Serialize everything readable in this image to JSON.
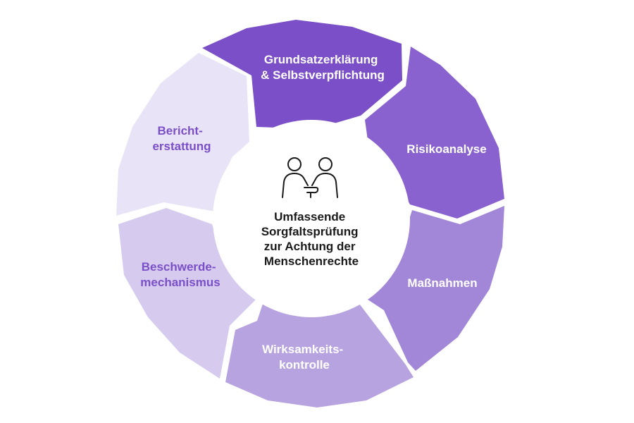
{
  "diagram": {
    "center": {
      "lines": [
        "Umfassende",
        "Sorgfaltsprüfung",
        "zur Achtung der",
        "Menschenrechte"
      ],
      "icon": "handshake-people-icon"
    },
    "segments": [
      {
        "id": "grundsatz",
        "lines": [
          "Grundsatzerklärung",
          "& Selbstverpflichtung"
        ],
        "fill": "#7b4fc7",
        "text_color": "#ffffff"
      },
      {
        "id": "risiko",
        "lines": [
          "Risikoanalyse"
        ],
        "fill": "#8a62cf",
        "text_color": "#ffffff"
      },
      {
        "id": "massnahmen",
        "lines": [
          "Maßnahmen"
        ],
        "fill": "#a286d8",
        "text_color": "#ffffff"
      },
      {
        "id": "wirksamkeit",
        "lines": [
          "Wirksamkeits-",
          "kontrolle"
        ],
        "fill": "#b8a3e1",
        "text_color": "#ffffff"
      },
      {
        "id": "beschwerde",
        "lines": [
          "Beschwerde-",
          "mechanismus"
        ],
        "fill": "#d6cbee",
        "text_color": "#7b4fc7"
      },
      {
        "id": "bericht",
        "lines": [
          "Bericht-",
          "erstattung"
        ],
        "fill": "#e9e3f7",
        "text_color": "#7b4fc7"
      }
    ]
  }
}
